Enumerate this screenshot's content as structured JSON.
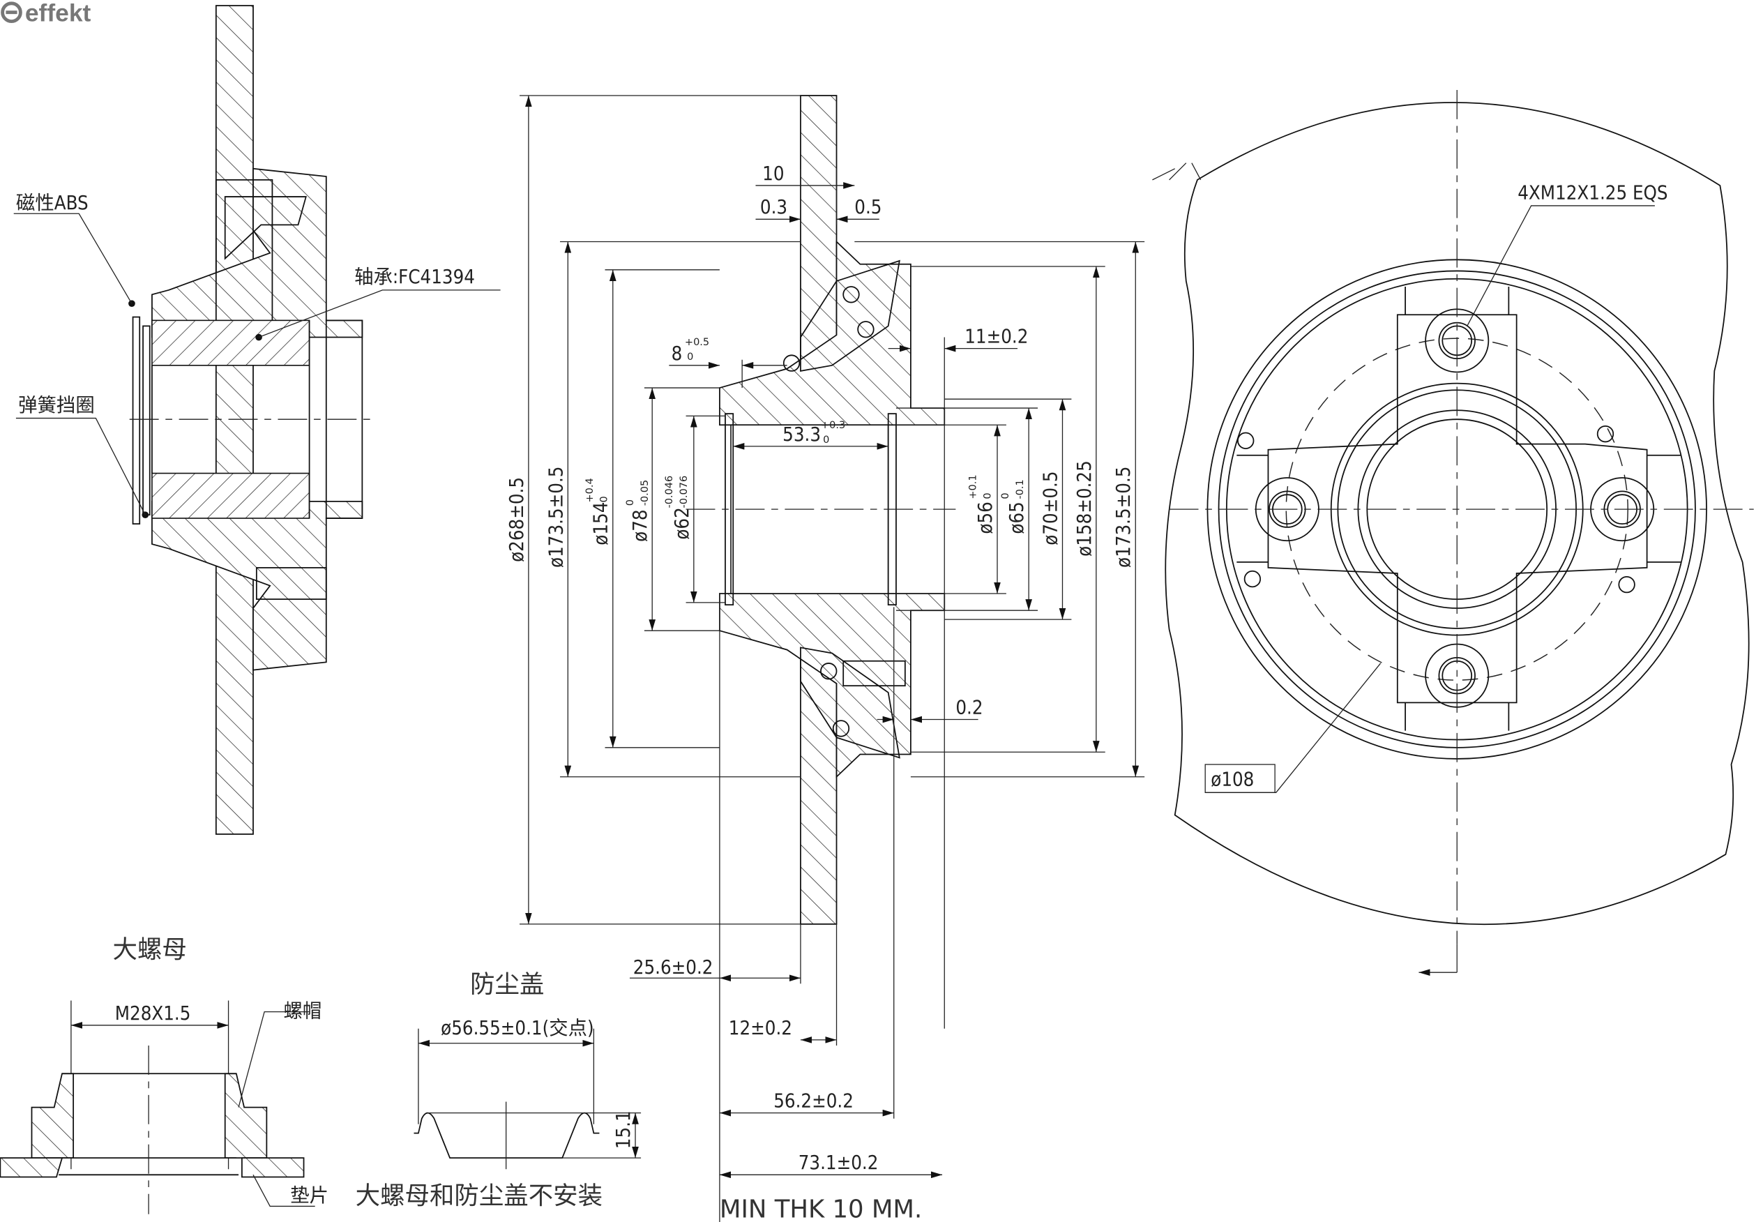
{
  "logo": "effekt",
  "left_section": {
    "abs_label": "磁性ABS",
    "bearing_label": "轴承:FC41394",
    "circlip_label": "弹簧挡圈"
  },
  "middle_section": {
    "dim_10": "10",
    "dim_03": "0.3",
    "dim_05": "0.5",
    "dim_8": "8",
    "dim_8_tol_up": "+0.5",
    "dim_8_tol_low": "0",
    "dim_11": "11±0.2",
    "dim_533": "53.3",
    "dim_533_tol_up": "+0.3",
    "dim_533_tol_low": "0",
    "dia_268": "ø268±0.5",
    "dia_1735_left": "ø173.5±0.5",
    "dia_154": "ø154",
    "dia_154_tol_up": "+0.4",
    "dia_154_tol_low": "0",
    "dia_78": "ø78",
    "dia_78_tol_up": "0",
    "dia_78_tol_low": "-0.05",
    "dia_62": "ø62",
    "dia_62_tol_up": "-0.046",
    "dia_62_tol_low": "-0.076",
    "dia_56": "ø56",
    "dia_56_tol_up": "+0.1",
    "dia_56_tol_low": "0",
    "dia_65": "ø65",
    "dia_65_tol_up": "0",
    "dia_65_tol_low": "-0.1",
    "dia_70": "ø70±0.5",
    "dia_158": "ø158±0.25",
    "dia_1735_right": "ø173.5±0.5",
    "dim_02": "0.2",
    "dim_256": "25.6±0.2",
    "dim_12": "12±0.2",
    "dim_562": "56.2±0.2",
    "dim_731": "73.1±0.2",
    "min_thk": "MIN THK 10 MM."
  },
  "front_view": {
    "thread_label": "4XM12X1.25 EQS",
    "pcd_label": "ø108"
  },
  "nut_detail": {
    "title": "大螺母",
    "thread": "M28X1.5",
    "nut_label": "螺帽",
    "washer_label": "垫片"
  },
  "dust_cap_detail": {
    "title": "防尘盖",
    "diameter": "ø56.55±0.1(交点)",
    "height": "15.1"
  },
  "note": "大螺母和防尘盖不安装"
}
